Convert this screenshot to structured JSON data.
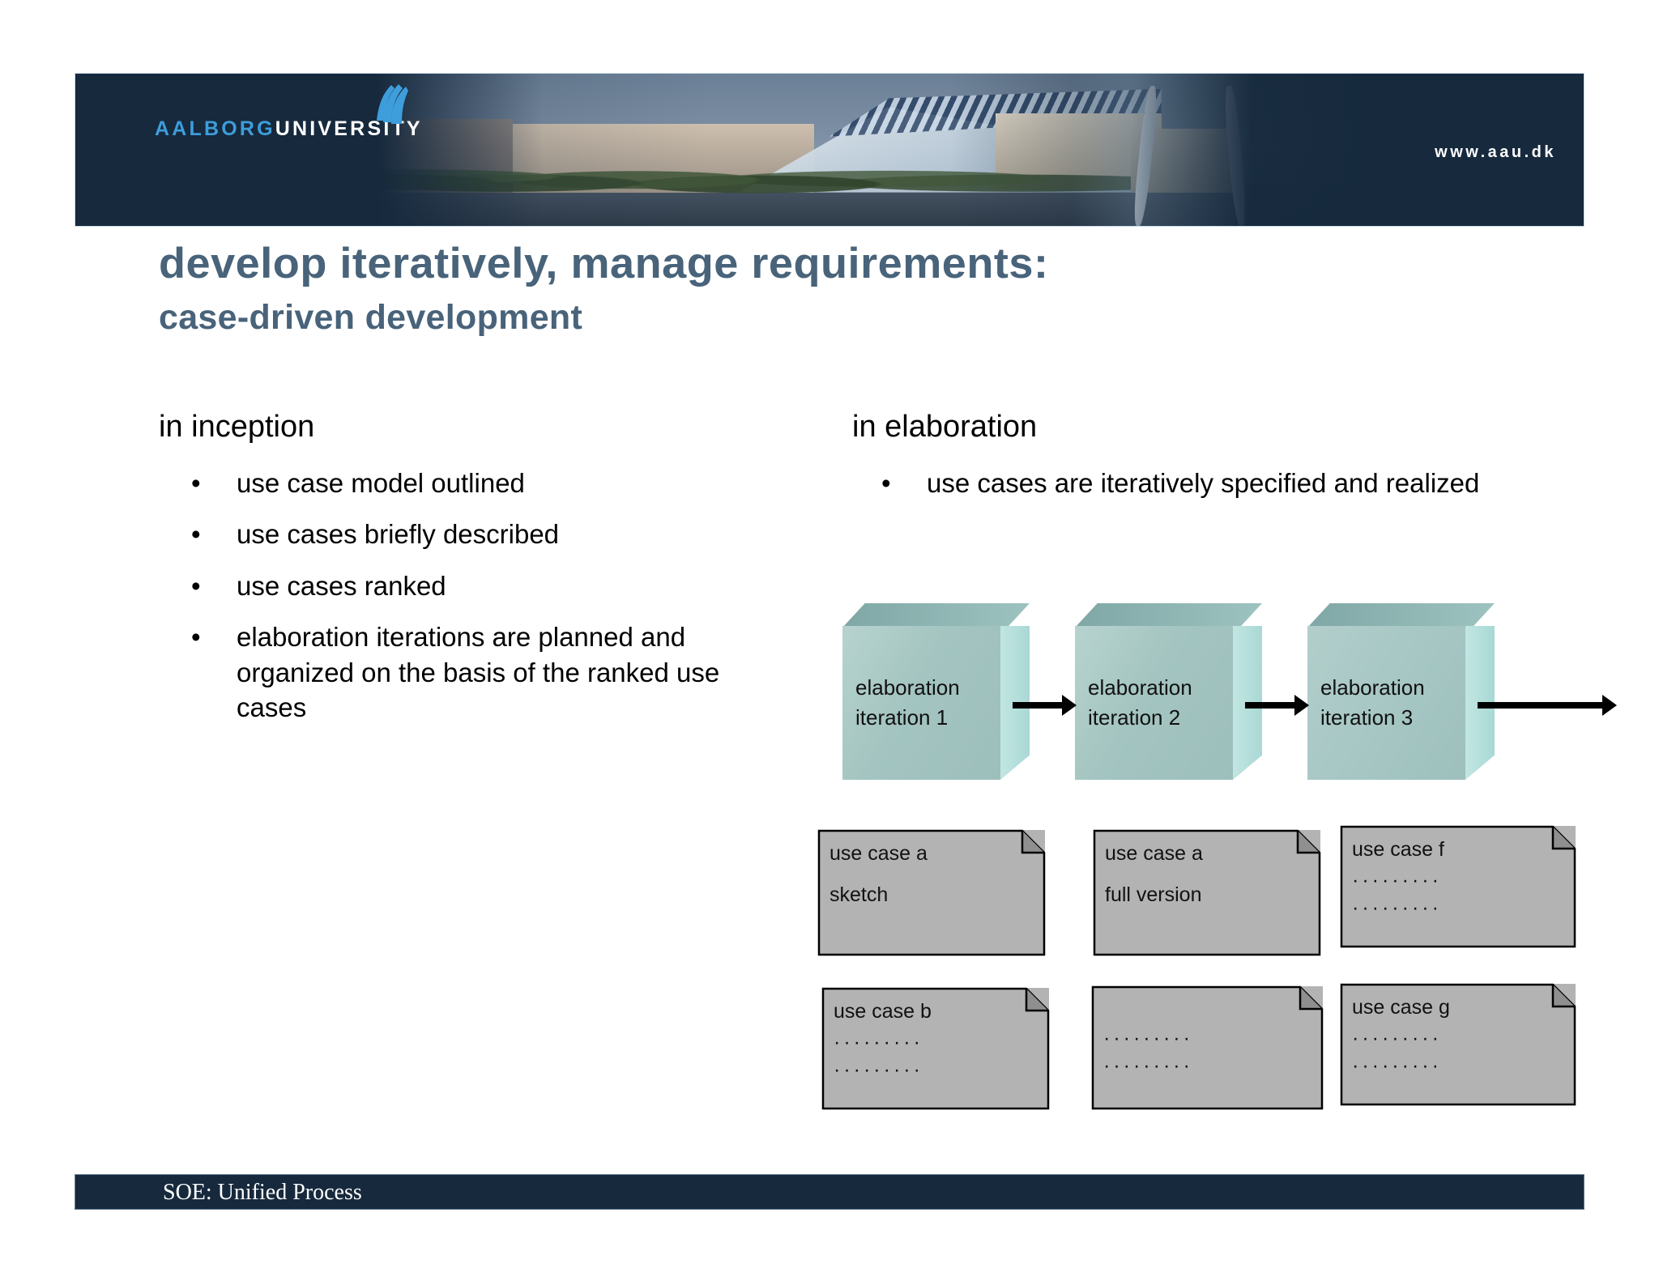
{
  "header": {
    "brand_primary": "AALBORG",
    "brand_secondary": "UNIVERSITY",
    "url": "www.aau.dk",
    "logo_icon": "aau-seagull-icon",
    "colors": {
      "banner_bg": "#16293d",
      "brand_blue": "#3e9ddb",
      "brand_white": "#ffffff"
    }
  },
  "title": {
    "line1": "develop iteratively, manage requirements:",
    "line2": "case-driven development",
    "color": "#48637a"
  },
  "columns": {
    "left": {
      "heading": "in inception",
      "bullet_glyph": "•",
      "items": [
        "use case model outlined",
        "use cases briefly described",
        "use cases ranked",
        "elaboration iterations are planned and organized on the basis of the ranked use cases"
      ]
    },
    "right": {
      "heading": "in elaboration",
      "bullet_glyph": "•",
      "items": [
        "use cases are iteratively specified and realized"
      ]
    }
  },
  "diagram": {
    "iterations": [
      {
        "line1": "elaboration",
        "line2": "iteration 1"
      },
      {
        "line1": "elaboration",
        "line2": "iteration 2"
      },
      {
        "line1": "elaboration",
        "line2": "iteration 3"
      }
    ],
    "cube_colors": {
      "front": "#a3c4c0",
      "side": "#b8e2de",
      "top": "#8fb4b1"
    },
    "arrow_color": "#000000",
    "notes": [
      {
        "id": "note-1",
        "title": "use case a",
        "line2": "sketch",
        "dots": []
      },
      {
        "id": "note-2",
        "title": "use case a",
        "line2": "full version",
        "dots": []
      },
      {
        "id": "note-3",
        "title": "use case f",
        "line2": "",
        "dots": [
          "·········",
          "·········"
        ]
      },
      {
        "id": "note-4",
        "title": "use case b",
        "line2": "",
        "dots": [
          "·········",
          "·········"
        ]
      },
      {
        "id": "note-5",
        "title": "",
        "line2": "",
        "dots": [
          "·········",
          "·········"
        ]
      },
      {
        "id": "note-6",
        "title": "use case g",
        "line2": "",
        "dots": [
          "·········",
          "·········"
        ]
      }
    ],
    "note_color": "#b3b3b3"
  },
  "footer": {
    "text": "SOE: Unified Process",
    "bg": "#16293d"
  }
}
